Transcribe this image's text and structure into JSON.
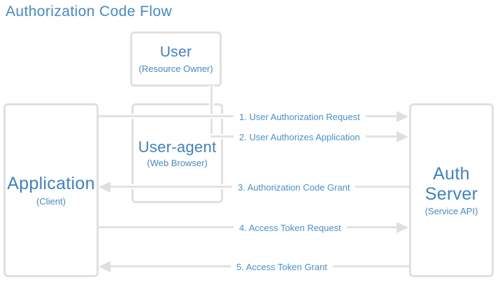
{
  "title": "Authorization Code Flow",
  "colors": {
    "accent_blue": "#4589cb",
    "node_text_blue": "#3f81c5",
    "label_blue": "#4a8fd2",
    "line_gray": "#e2e2e2",
    "border_gray": "#e0e0e0"
  },
  "nodes": {
    "user": {
      "label": "User",
      "sublabel": "(Resource Owner)"
    },
    "user_agent": {
      "label": "User-agent",
      "sublabel": "(Web Browser)"
    },
    "application": {
      "label": "Application",
      "sublabel": "(Client)"
    },
    "auth_server": {
      "label": "Auth Server",
      "sublabel": "(Service API)"
    }
  },
  "flows": [
    {
      "label": "1. User Authorization Request",
      "direction": "right"
    },
    {
      "label": "2. User Authorizes Application",
      "direction": "right"
    },
    {
      "label": "3. Authorization Code Grant",
      "direction": "left"
    },
    {
      "label": "4. Access Token Request",
      "direction": "right"
    },
    {
      "label": "5. Access Token Grant",
      "direction": "left"
    }
  ]
}
